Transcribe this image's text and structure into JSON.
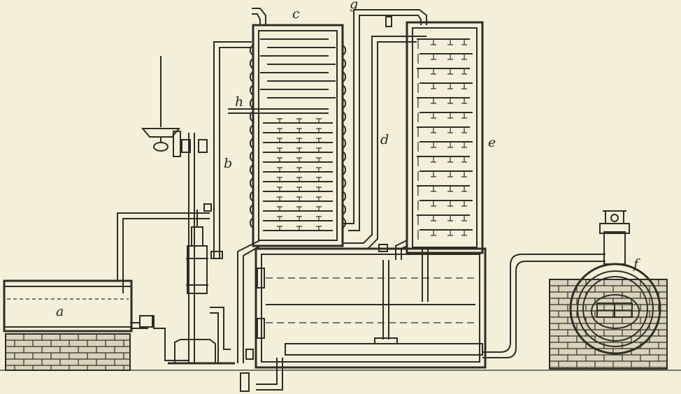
{
  "labels": {
    "a": "a",
    "b": "b",
    "c": "c",
    "d": "d",
    "e": "e",
    "f": "f",
    "g": "g",
    "h": "h"
  },
  "colors": {
    "paper": "#f3efd9",
    "ink": "#2f2c25",
    "brick": "#d9d3bb"
  }
}
